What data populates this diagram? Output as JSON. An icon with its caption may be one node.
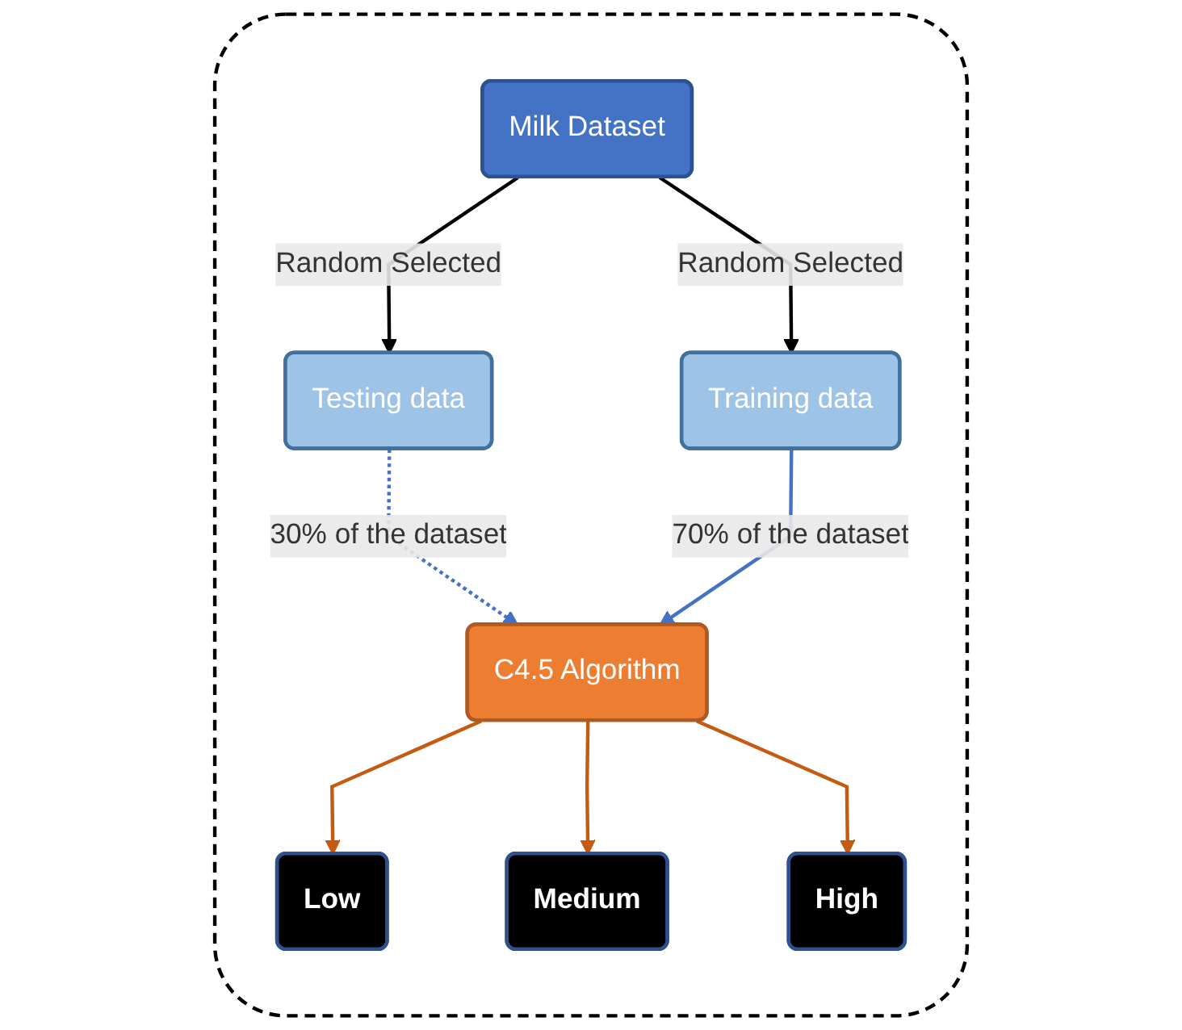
{
  "diagram": {
    "nodes": [
      {
        "text": [],
        "shape": "box"
      },
      {
        "text": [
          "Milk Dataset"
        ],
        "in": 0
      },
      {
        "text": [
          "Testing data"
        ],
        "in": 0
      },
      {
        "text": [
          "Training data"
        ],
        "in": 0
      },
      {
        "text": [
          "C4.5 Algorithm"
        ],
        "in": 0
      },
      {
        "text": [
          "Low"
        ],
        "in": 0
      },
      {
        "text": [
          "Medium"
        ],
        "in": 0
      },
      {
        "text": [
          "High"
        ],
        "in": 0
      }
    ],
    "edges": [
      {
        "from": 1,
        "to": 2,
        "arrow": "to",
        "label": "Random Selected",
        "color": "#000000"
      },
      {
        "from": 1,
        "to": 3,
        "arrow": "to",
        "label": "Random Selected",
        "color": "#000000"
      },
      {
        "from": 2,
        "to": 4,
        "arrow": "to",
        "label": "30% of the dataset",
        "style": "dashed",
        "color": "#4472c4"
      },
      {
        "from": 3,
        "to": 4,
        "arrow": "to",
        "label": "70% of the dataset",
        "color": "#4472c4"
      },
      {
        "from": 4,
        "to": 5,
        "arrow": "to",
        "color": "#c55a11"
      },
      {
        "from": 4,
        "to": 6,
        "arrow": "to",
        "color": "#c55a11"
      },
      {
        "from": 4,
        "to": 7,
        "arrow": "to",
        "color": "#c55a11"
      }
    ]
  }
}
